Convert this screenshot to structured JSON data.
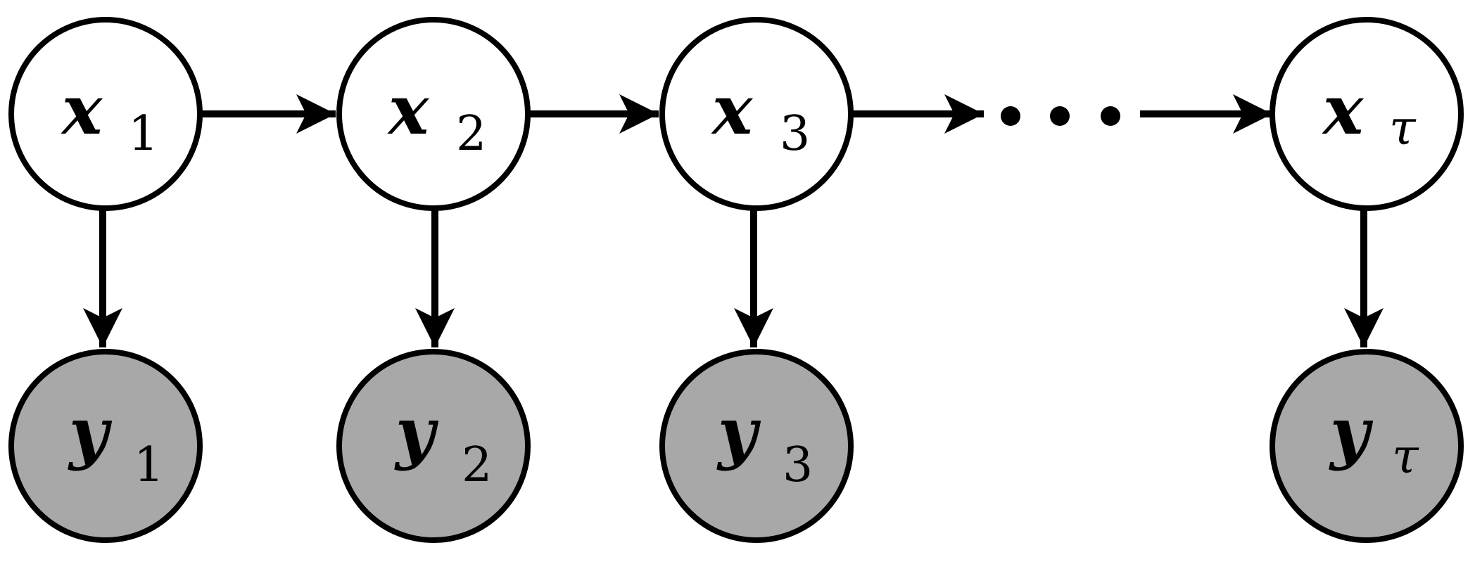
{
  "colors": {
    "stroke": "#000000",
    "hidden_fill": "#ffffff",
    "observed_fill": "#a8a8a8"
  },
  "nodes": {
    "hidden": [
      {
        "base": "x",
        "sub": "1"
      },
      {
        "base": "x",
        "sub": "2"
      },
      {
        "base": "x",
        "sub": "3"
      },
      {
        "base": "x",
        "sub": "τ"
      }
    ],
    "observed": [
      {
        "base": "y",
        "sub": "1"
      },
      {
        "base": "y",
        "sub": "2"
      },
      {
        "base": "y",
        "sub": "3"
      },
      {
        "base": "y",
        "sub": "τ"
      }
    ]
  },
  "ellipsis": "dots"
}
